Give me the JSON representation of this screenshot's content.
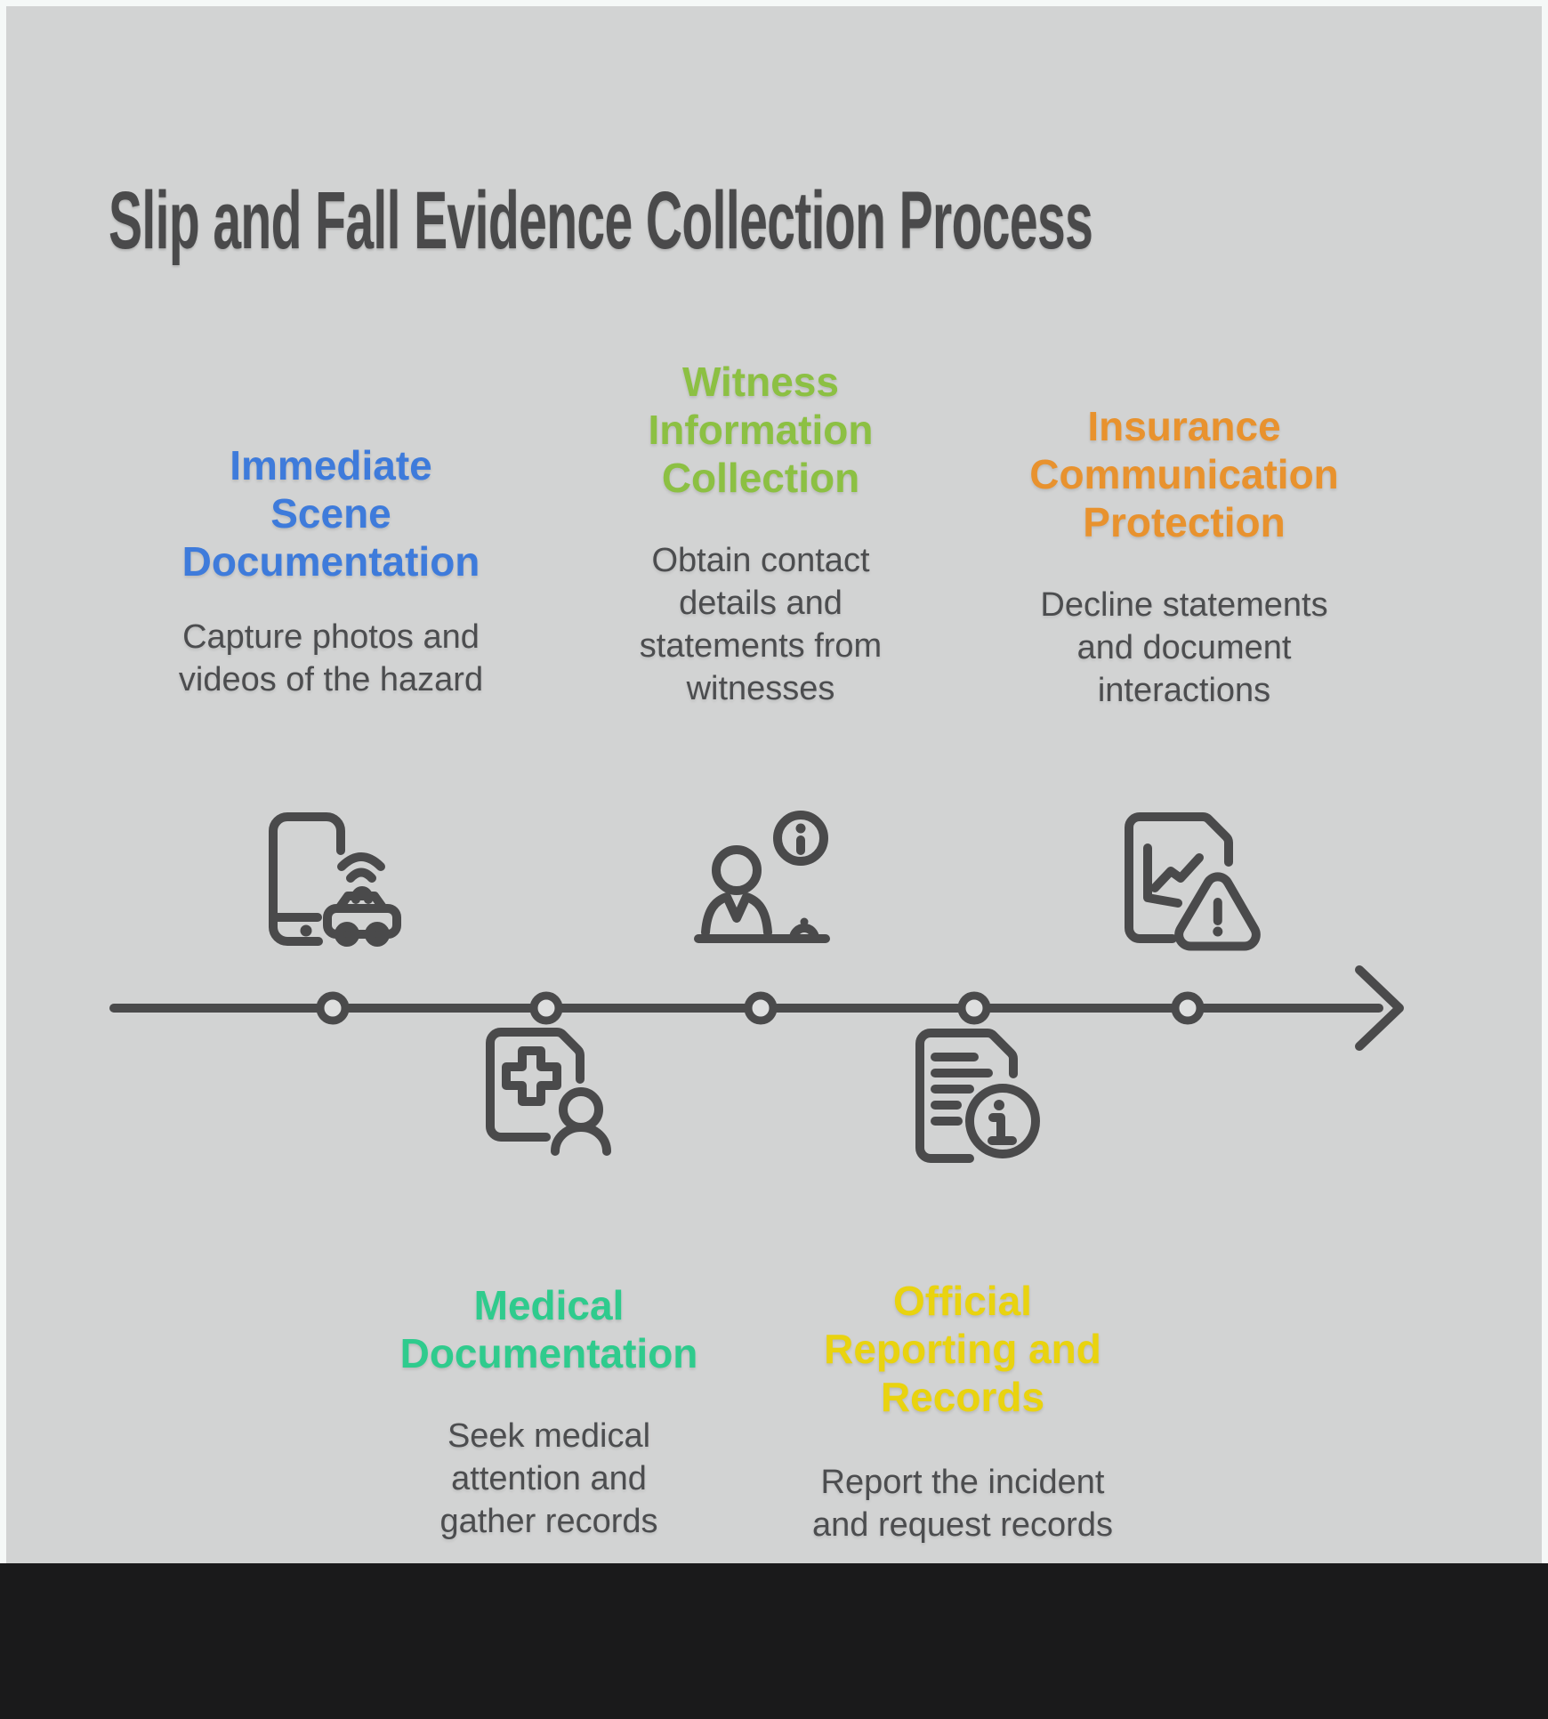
{
  "title": "Slip and Fall Evidence Collection Process",
  "colors": {
    "background": "#d2d3d3",
    "frame": "#f5f8f7",
    "footer": "#1a1a1b",
    "line_and_icons": "#4a4a4b",
    "description_text": "#4c4d4f",
    "step1": "#3e7bdb",
    "step2": "#2fcb8d",
    "step3": "#8cc043",
    "step4": "#e9d30f",
    "step5": "#e8922e"
  },
  "timeline": {
    "direction": "left-to-right",
    "node_count": 5,
    "arrow": "right-arrowhead"
  },
  "steps": [
    {
      "heading": "Immediate\nScene\nDocumentation",
      "description": "Capture photos and\nvideos of the hazard",
      "color": "#3e7bdb",
      "icon": "phone-emergency-icon",
      "side": "above"
    },
    {
      "heading": "Medical\nDocumentation",
      "description": "Seek medical\nattention and\ngather records",
      "color": "#2fcb8d",
      "icon": "medical-record-icon",
      "side": "below"
    },
    {
      "heading": "Witness\nInformation\nCollection",
      "description": "Obtain contact\ndetails and\nstatements from\nwitnesses",
      "color": "#8cc043",
      "icon": "witness-info-icon",
      "side": "above"
    },
    {
      "heading": "Official\nReporting and\nRecords",
      "description": "Report the incident\nand request records",
      "color": "#e9d30f",
      "icon": "document-info-icon",
      "side": "below"
    },
    {
      "heading": "Insurance\nCommunication\nProtection",
      "description": "Decline statements\nand document\ninteractions",
      "color": "#e8922e",
      "icon": "report-warning-icon",
      "side": "above"
    }
  ]
}
